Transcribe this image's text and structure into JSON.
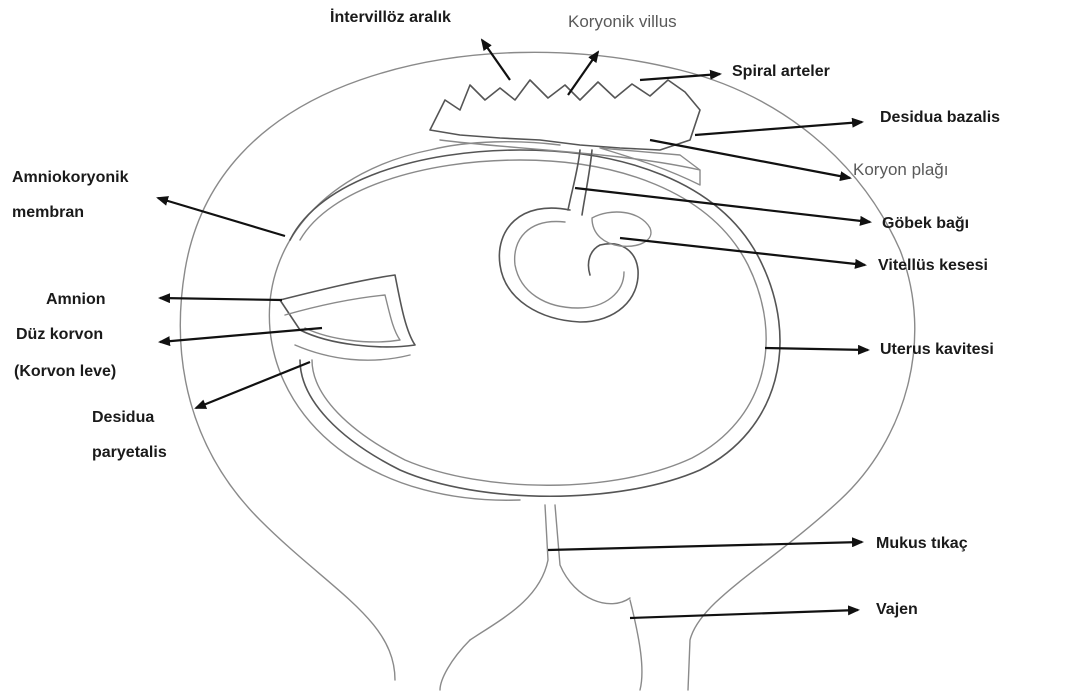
{
  "labels": {
    "intervilloz_aralik": "İntervillöz aralık",
    "koryonik_villus": "Koryonik villus",
    "spiral_arteler": "Spiral arteler",
    "desidua_bazalis": "Desidua bazalis",
    "koryon_plagi": "Koryon plağı",
    "gobek_bagi": "Göbek bağı",
    "vitellus_kesesi": "Vitellüs kesesi",
    "uterus_kavitesi": "Uterus kavitesi",
    "mukus_tikac": "Mukus tıkaç",
    "vajen": "Vajen",
    "amniokoryonik_1": "Amniokoryonik",
    "amniokoryonik_2": "membran",
    "amnion": "Amnion",
    "duz_koryon_1": "Düz korvon",
    "duz_koryon_2": "(Korvon leve)",
    "desidua_parietalis_1": "Desidua",
    "desidua_parietalis_2": "paryetalis"
  },
  "colors": {
    "sketch": "#8a8a8a",
    "ink": "#111111",
    "label": "#1a1a1a",
    "label_grey": "#5a5a5a"
  }
}
